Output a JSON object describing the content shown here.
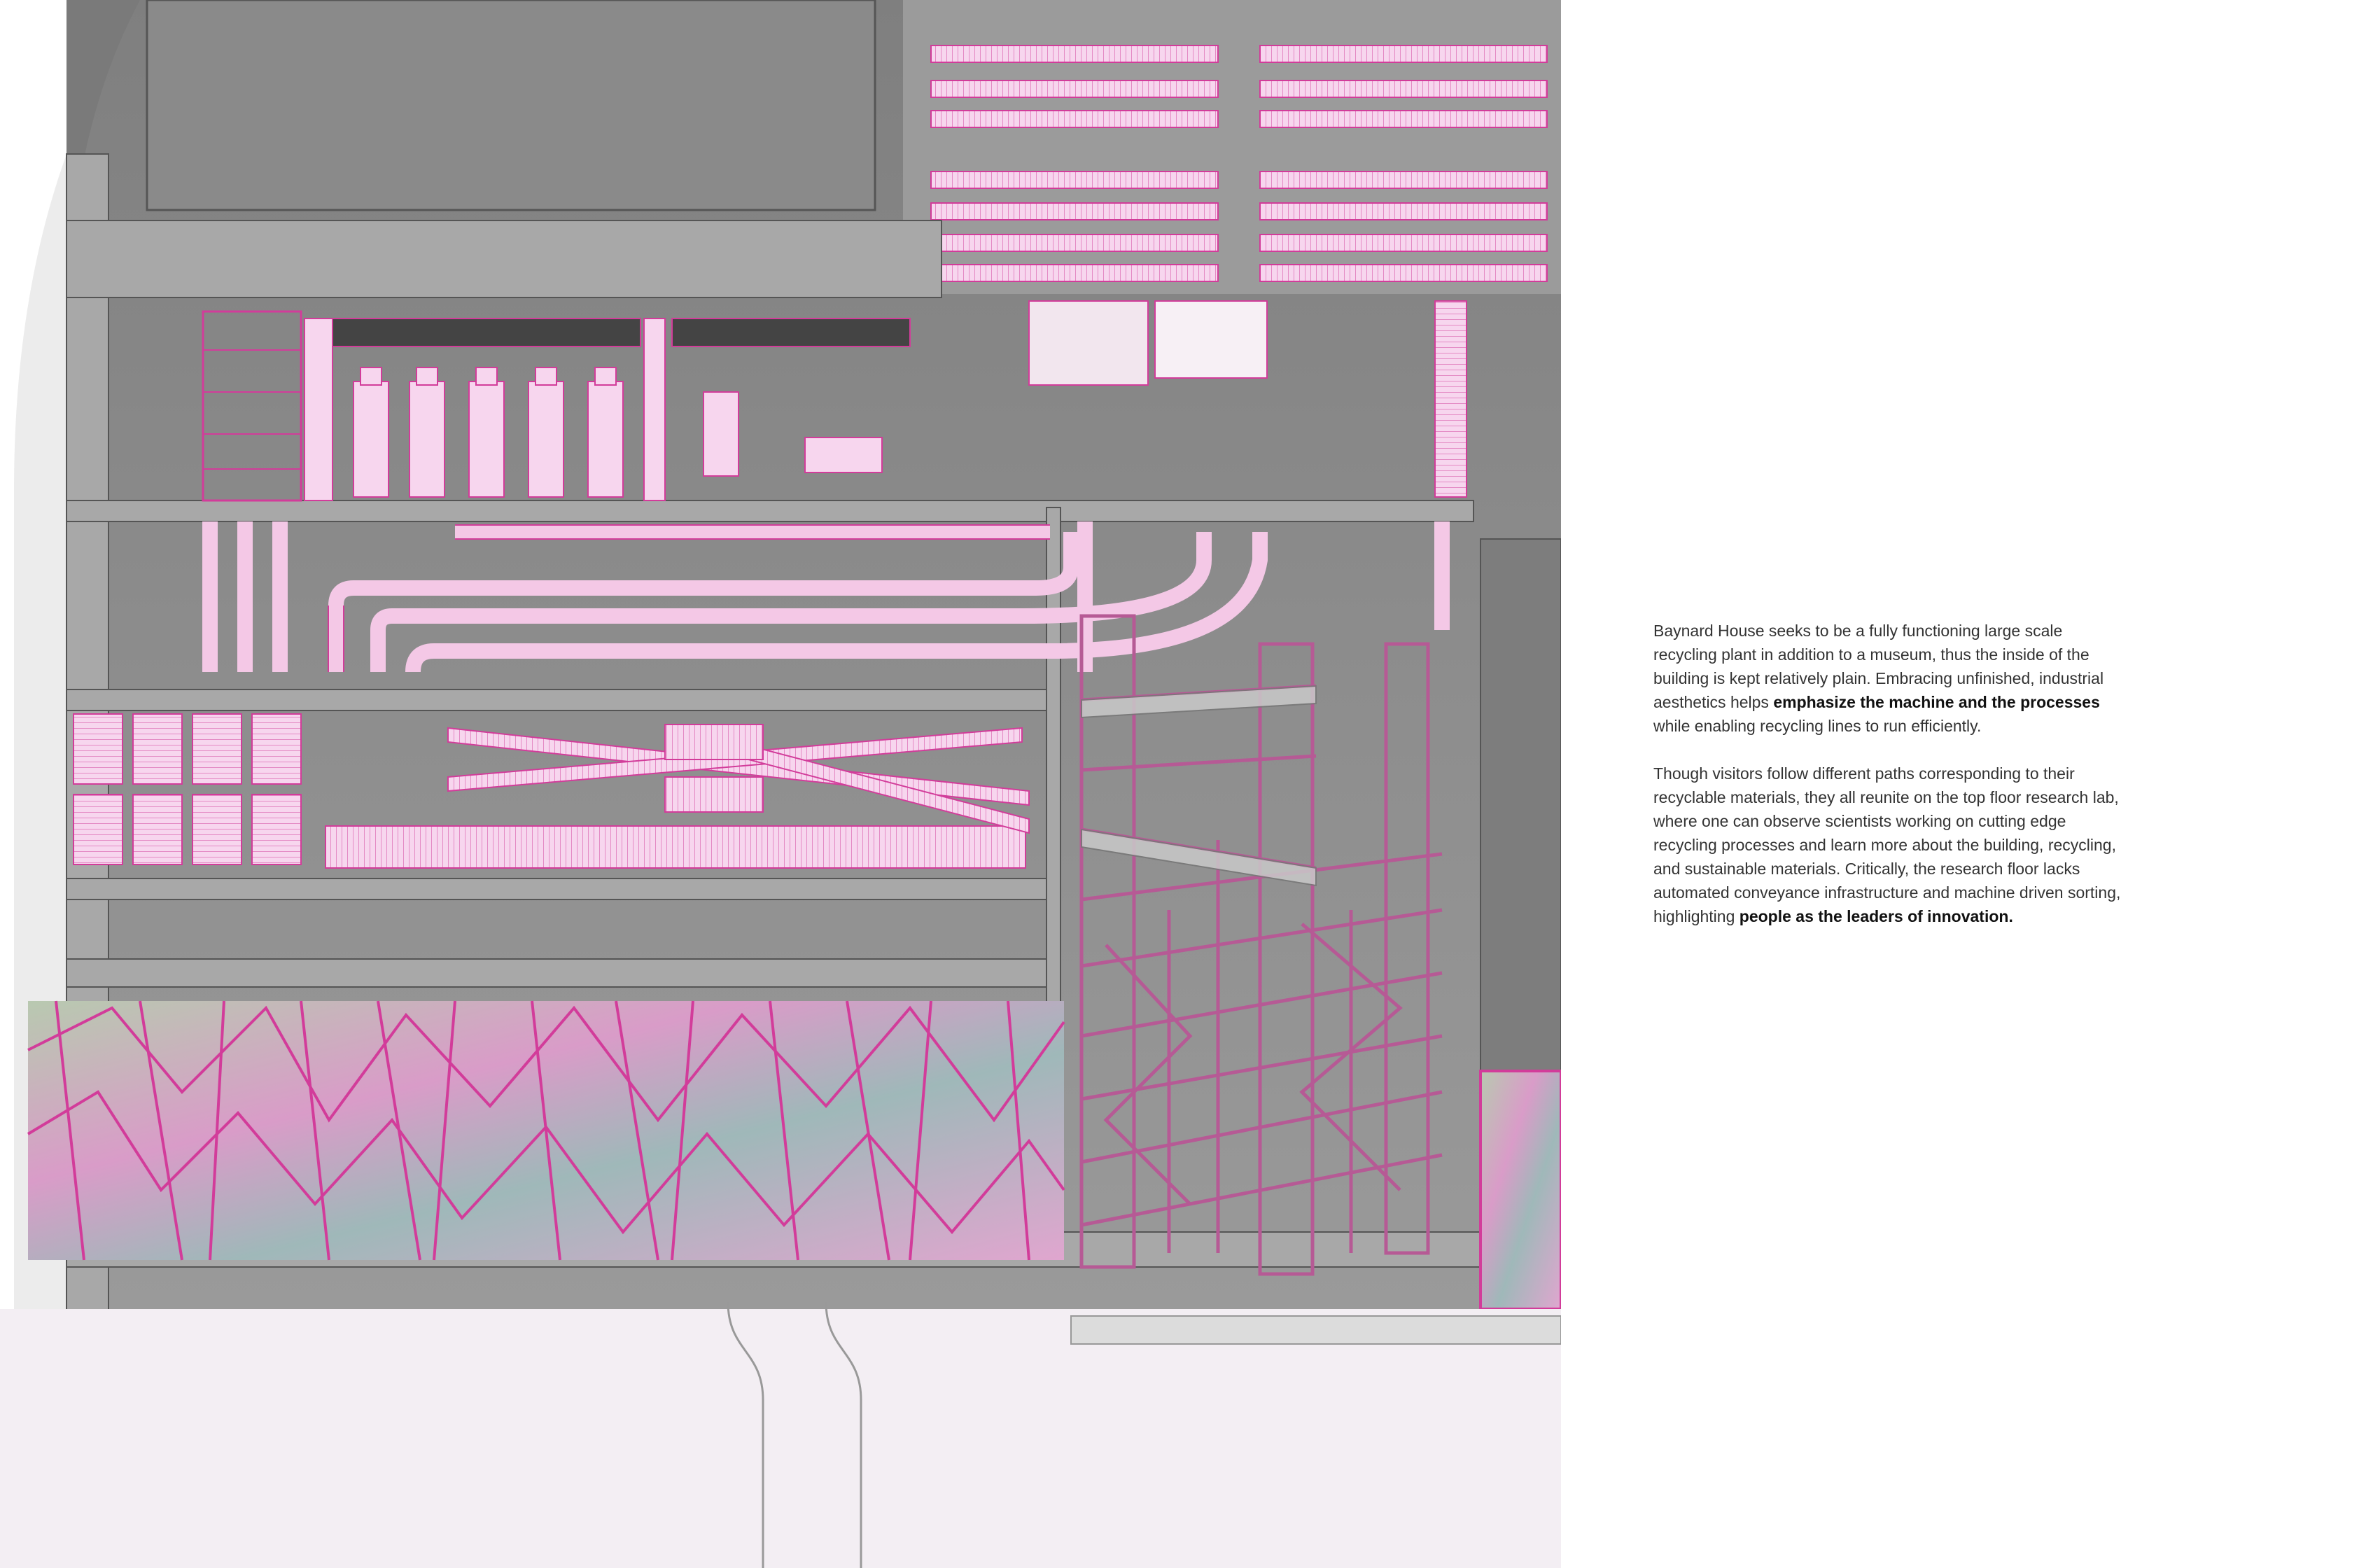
{
  "colors": {
    "concrete": "#8e8e8e",
    "concrete_dark": "#6e6e6e",
    "concrete_light": "#b4b4b4",
    "slab": "#a3a3a3",
    "magenta": "#d23c9a",
    "pink_fill": "#f7d6ee",
    "glass_a": "#a8b7a6",
    "glass_b": "#d995c6",
    "glass_c": "#8fb0b8",
    "ground": "#f3eef3",
    "text": "#333333"
  },
  "icons": [
    "recycling-machine-icon",
    "conveyor-belt-icon",
    "scaffold-frame-icon"
  ],
  "description": {
    "paragraph1": {
      "text_before": "Baynard House seeks to be a fully functioning large scale recycling plant in addition to a museum, thus the inside of the building is kept relatively plain. Embracing unfinished, industrial aesthetics helps ",
      "emphasis": "emphasize the machine and the processes",
      "text_after": " while enabling recycling lines to run efficiently."
    },
    "paragraph2": {
      "text_before": "Though visitors follow different paths corresponding to their recyclable materials, they all reunite on the top floor research lab, where one can observe scientists working on cutting edge recycling processes and learn more about the building, recycling, and sustainable materials. Critically, the research floor lacks automated conveyance infrastructure and machine driven sorting, highlighting ",
      "emphasis": "people as the leaders of innovation."
    }
  }
}
